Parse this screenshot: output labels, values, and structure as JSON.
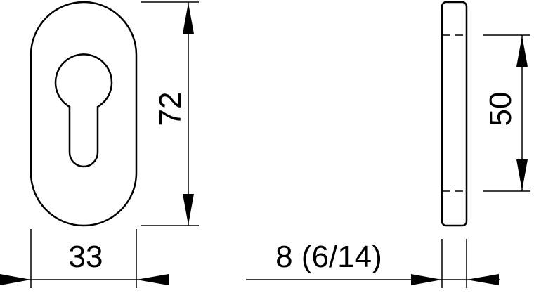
{
  "drawing": {
    "front_view": {
      "width_label": "33",
      "height_label": "72"
    },
    "side_view": {
      "thickness_label": "8 (6/14)",
      "hole_spacing_label": "50"
    },
    "colors": {
      "stroke": "#000000",
      "background": "#ffffff"
    }
  }
}
